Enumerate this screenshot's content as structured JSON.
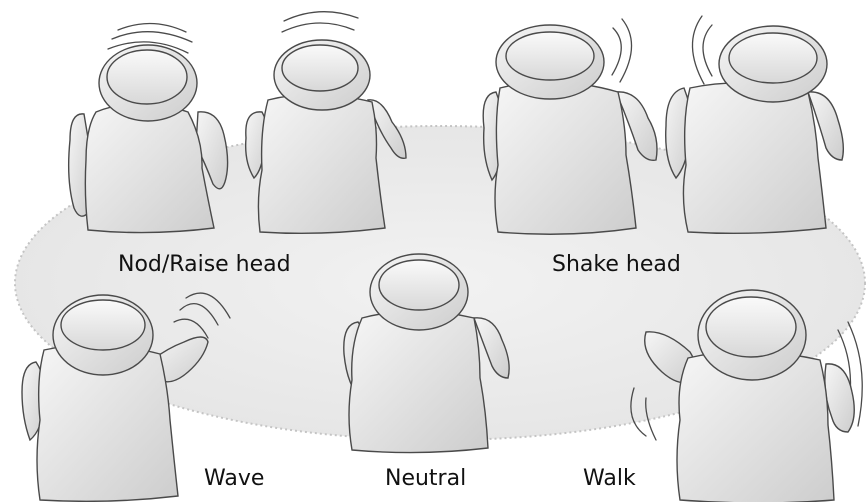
{
  "labels": {
    "nod_raise_head": "Nod/Raise head",
    "shake_head": "Shake head",
    "wave": "Wave",
    "neutral": "Neutral",
    "walk": "Walk"
  },
  "colors": {
    "robot_fill_light": "#f4f4f4",
    "robot_fill_dark": "#cfcfcf",
    "outline": "#4a4a4a",
    "ellipse_fill": "#eeeeee",
    "ellipse_stroke": "#c4c4c4"
  },
  "figures": [
    {
      "name": "robot-nod-1",
      "gesture": "nod"
    },
    {
      "name": "robot-raise-head",
      "gesture": "raise-head"
    },
    {
      "name": "robot-shake-left",
      "gesture": "shake-head"
    },
    {
      "name": "robot-shake-right",
      "gesture": "shake-head"
    },
    {
      "name": "robot-wave",
      "gesture": "wave"
    },
    {
      "name": "robot-neutral",
      "gesture": "neutral"
    },
    {
      "name": "robot-walk",
      "gesture": "walk"
    }
  ]
}
